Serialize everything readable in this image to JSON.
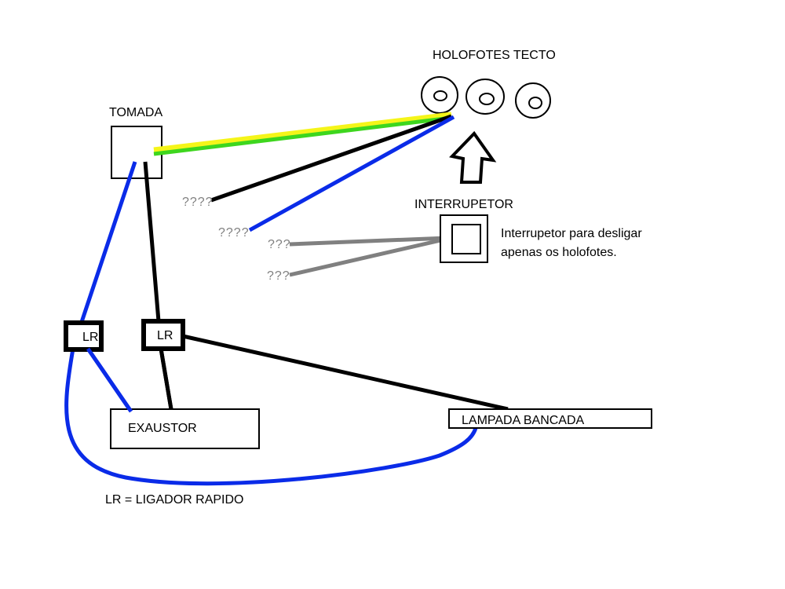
{
  "diagram": {
    "labels": {
      "holofotes": "HOLOFOTES TECTO",
      "tomada": "TOMADA",
      "interruptor": "INTERRUPETOR",
      "interruptor_note_line1": "Interrupetor para desligar",
      "interruptor_note_line2": "apenas os holofotes.",
      "lr_left": "LR",
      "lr_right": "LR",
      "exaustor": "EXAUSTOR",
      "lampada": "LAMPADA BANCADA",
      "legend": "LR = LIGADOR RAPIDO"
    },
    "unknown_wires": {
      "black_end": "????",
      "blue_end": "????",
      "grey_top_end": "???",
      "grey_bottom_end": "???"
    },
    "wire_colors": {
      "earth_yellow": "#f5f519",
      "earth_green": "#3ed61e",
      "live": "#000000",
      "neutral": "#0a2be8",
      "switch": "#808080"
    },
    "spotlight_count": 3
  }
}
